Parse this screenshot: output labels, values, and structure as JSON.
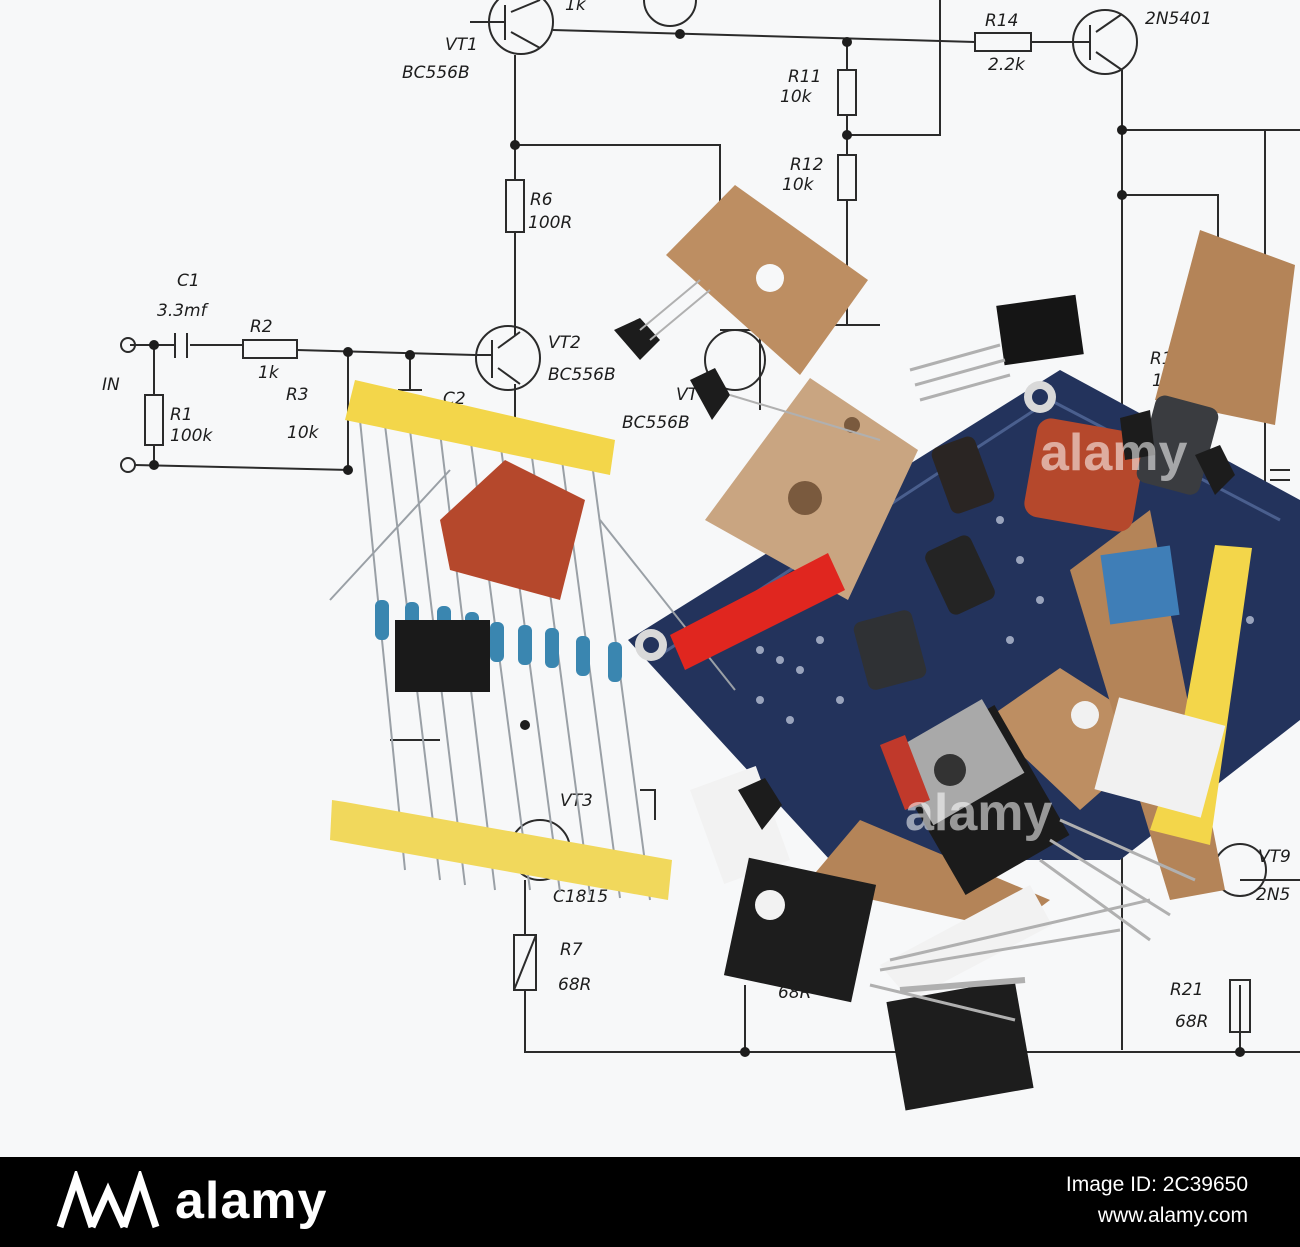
{
  "schematic": {
    "labels": [
      "VT1",
      "BC556B",
      "1k",
      "R14",
      "2.2k",
      "2N5401",
      "R11",
      "10k",
      "R12",
      "10k",
      "R6",
      "100R",
      "C1",
      "3.3mf",
      "R2",
      "1k",
      "IN",
      "R3",
      "10k",
      "C2",
      "R1",
      "100k",
      "VT2",
      "BC556B",
      "VT",
      "BC556B",
      "R19",
      "1k",
      "VT3",
      "C1815",
      "R7",
      "68R",
      "68R",
      "R21",
      "68R",
      "VT9",
      "2N5"
    ]
  },
  "watermark": {
    "center_text": "alamy"
  },
  "footer": {
    "brand": "alamy",
    "image_id_label": "Image ID: 2C39650",
    "site": "www.alamy.com"
  },
  "colors": {
    "board": "#23335c",
    "paper": "#f7f8f9",
    "cardboard": "#bd8e62",
    "tape_yellow": "#f3d64a",
    "tape_red": "#e0261f",
    "capacitor_red": "#b5482c",
    "capacitor_blue": "#3f7eb7",
    "resistor_blue": "#3a86b0"
  }
}
